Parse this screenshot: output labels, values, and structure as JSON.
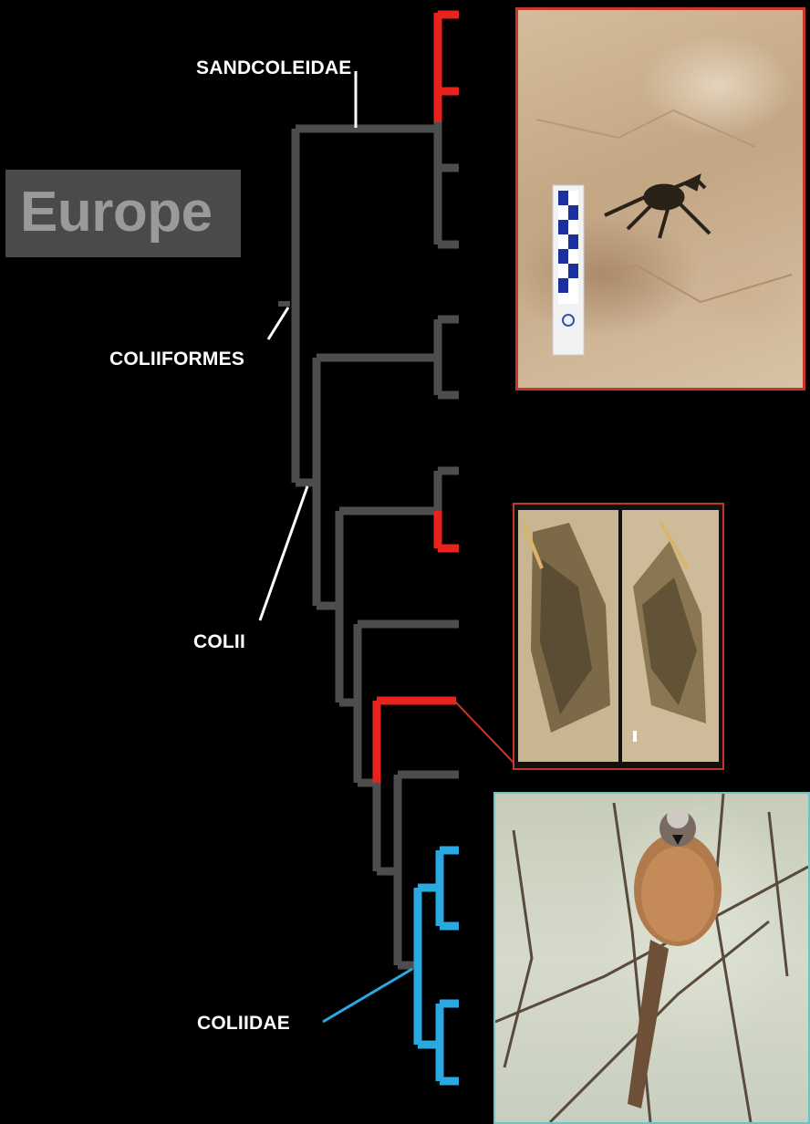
{
  "region_label": "Europe",
  "clade_labels": {
    "sandcoleidae": "SANDCOLEIDAE",
    "coliiformes": "COLIIFORMES",
    "colii": "COLII",
    "coliidae": "COLIIDAE"
  },
  "colors": {
    "background": "#000000",
    "branch_default": "#4d4d4d",
    "branch_europe_fossil": "#e8231e",
    "branch_coliidae": "#2aa8e0",
    "photo_border_red": "#c8352b",
    "photo_border_teal": "#6fc4c0"
  },
  "photos": {
    "fossil_slab": "fossil-slab-photo",
    "fossil_pair": "fossil-part-counterpart-photo",
    "living_mousebird": "speckled-mousebird-photo"
  }
}
